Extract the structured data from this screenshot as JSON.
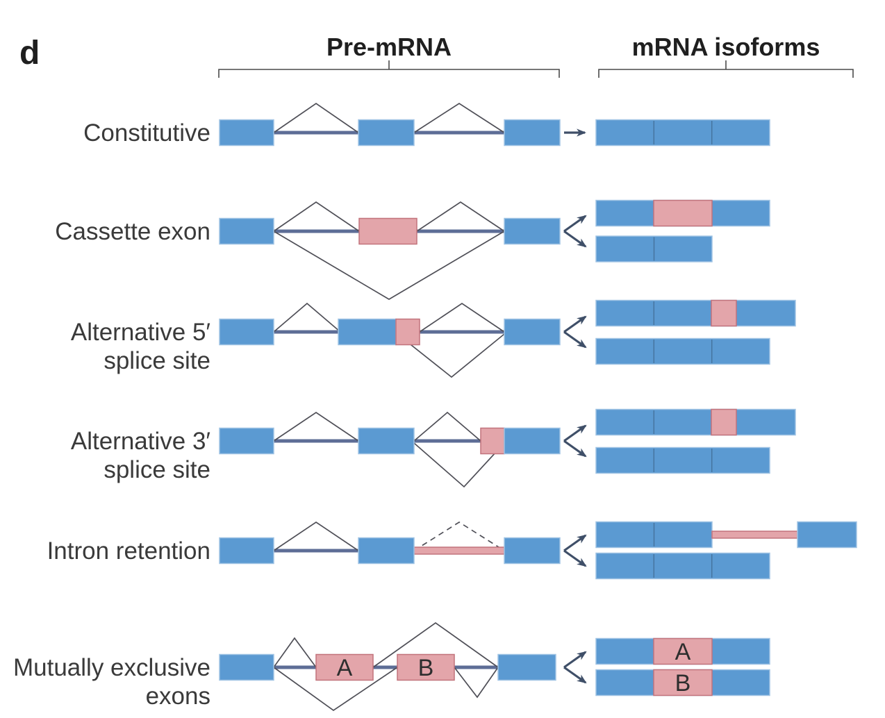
{
  "panel_label": "d",
  "headers": {
    "pre_mrna": "Pre-mRNA",
    "mrna_isoforms": "mRNA isoforms"
  },
  "rows": [
    {
      "id": "constitutive",
      "label_lines": [
        "Constitutive"
      ]
    },
    {
      "id": "cassette-exon",
      "label_lines": [
        "Cassette exon"
      ]
    },
    {
      "id": "alternative-5-splice-site",
      "label_lines": [
        "Alternative 5′",
        "splice site"
      ]
    },
    {
      "id": "alternative-3-splice-site",
      "label_lines": [
        "Alternative 3′",
        "splice site"
      ]
    },
    {
      "id": "intron-retention",
      "label_lines": [
        "Intron retention"
      ]
    },
    {
      "id": "mutually-exclusive-exons",
      "label_lines": [
        "Mutually exclusive",
        "exons"
      ]
    }
  ],
  "exon_labels": {
    "exon_a": "A",
    "exon_b": "B"
  },
  "colors": {
    "exon-blue": "#5b9ad2",
    "exon-blue-border": "#9fc3e4",
    "exon-divider": "#46749f",
    "exon-pink": "#e3a5aa",
    "exon-pink-border": "#c2737c",
    "intron-line": "#5d6d96",
    "splice-arc": "#4f4f57",
    "arrow": "#3f4f68",
    "text": "#3a3a3a",
    "heading": "#1f1f1f"
  }
}
